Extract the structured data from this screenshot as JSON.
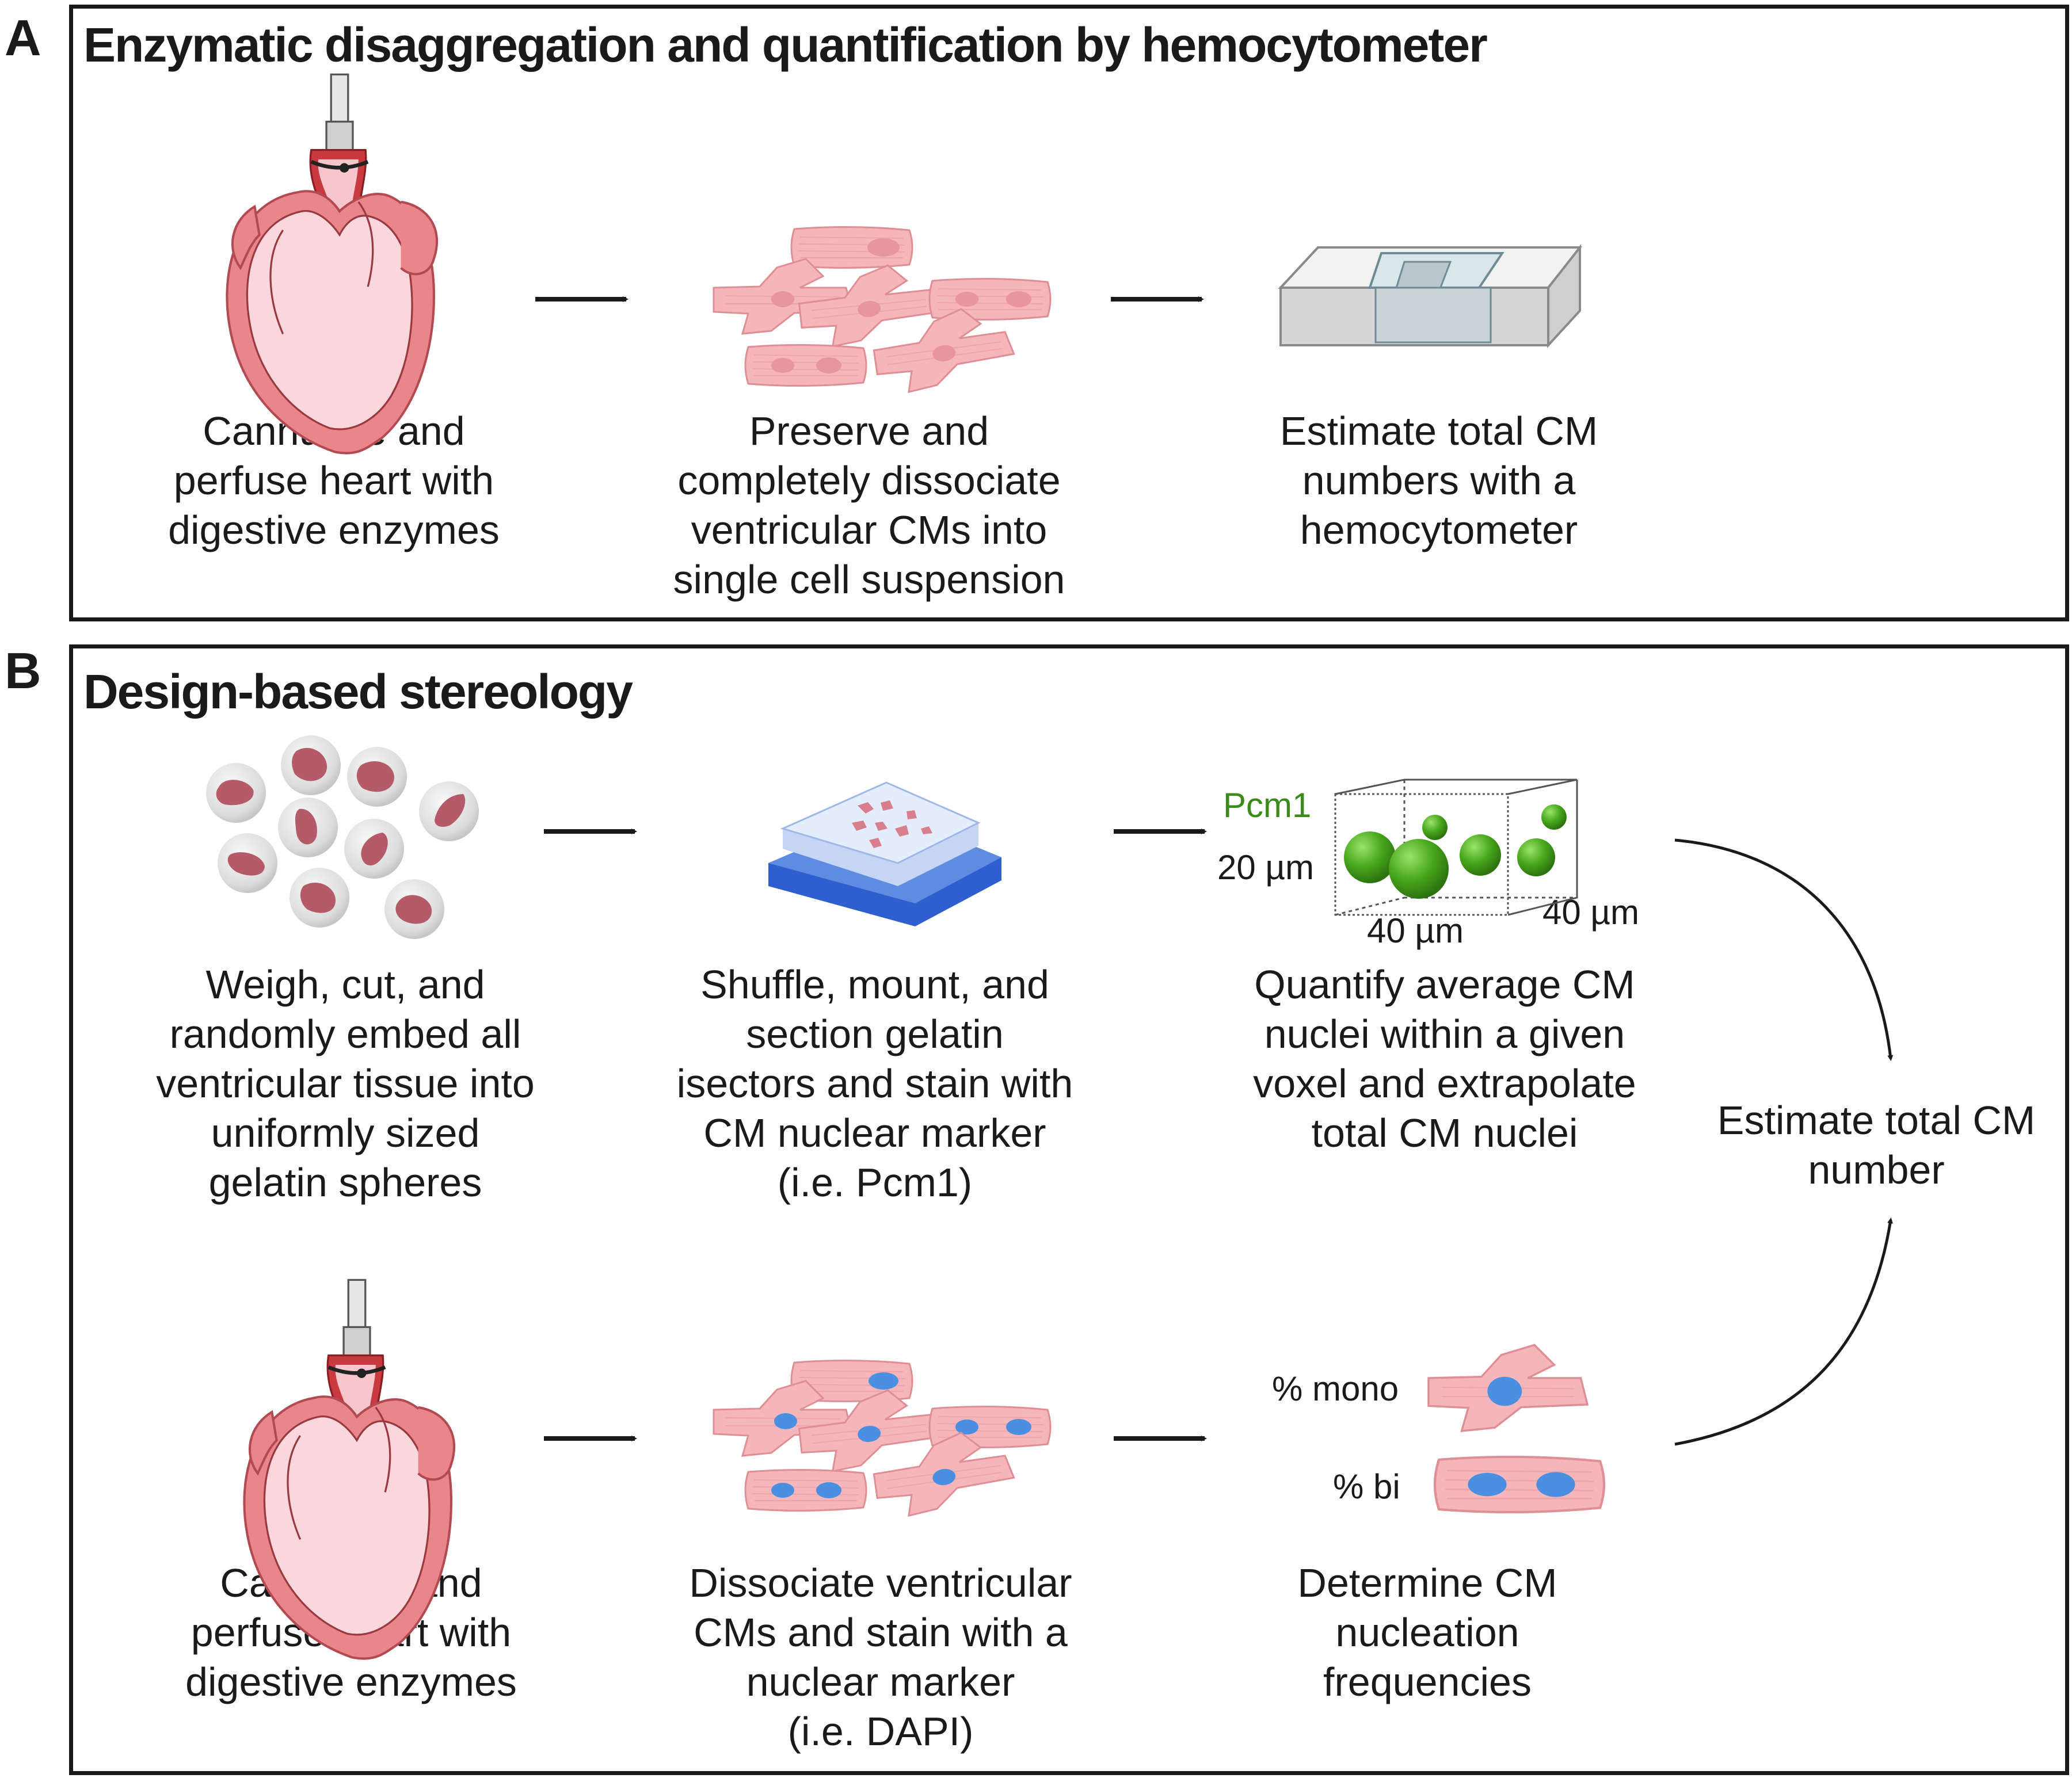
{
  "panels": [
    {
      "letter": "A",
      "title": "Enzymatic disaggregation and quantification by hemocytometer",
      "steps": [
        "Cannulate and\nperfuse heart with\ndigestive enzymes",
        "Preserve and\ncompletely dissociate\nventricular CMs into\nsingle cell suspension",
        "Estimate total CM\nnumbers with a\nhemocytometer"
      ]
    },
    {
      "letter": "B",
      "title": "Design-based stereology",
      "top_steps": [
        "Weigh, cut, and\nrandomly embed all\nventricular tissue into\nuniformly sized\ngelatin spheres",
        "Shuffle, mount, and\nsection gelatin\nisectors and stain with\nCM nuclear marker\n(i.e. Pcm1)",
        "Quantify average CM\nnuclei within a given\nvoxel and extrapolate\ntotal CM nuclei"
      ],
      "bottom_steps": [
        "Cannulate and\nperfuse heart with\ndigestive enzymes",
        "Dissociate ventricular\nCMs and stain with a\nnuclear marker\n(i.e. DAPI)",
        "Determine CM\nnucleation\nfrequencies"
      ],
      "final_step": "Estimate total CM\nnumber",
      "voxel_labels": {
        "marker": "Pcm1",
        "height": "20 µm",
        "width": "40 µm",
        "depth": "40 µm"
      },
      "nucleation_labels": {
        "mono": "% mono",
        "bi": "% bi"
      }
    }
  ],
  "colors": {
    "cell_pink": "#f4b6bb",
    "heart_red": "#e07a80",
    "pcm1_green": "#4caf1e",
    "dapi_blue": "#4a8fe0",
    "slide_blue": "#3d6fd0",
    "tissue": "#b45a68"
  }
}
